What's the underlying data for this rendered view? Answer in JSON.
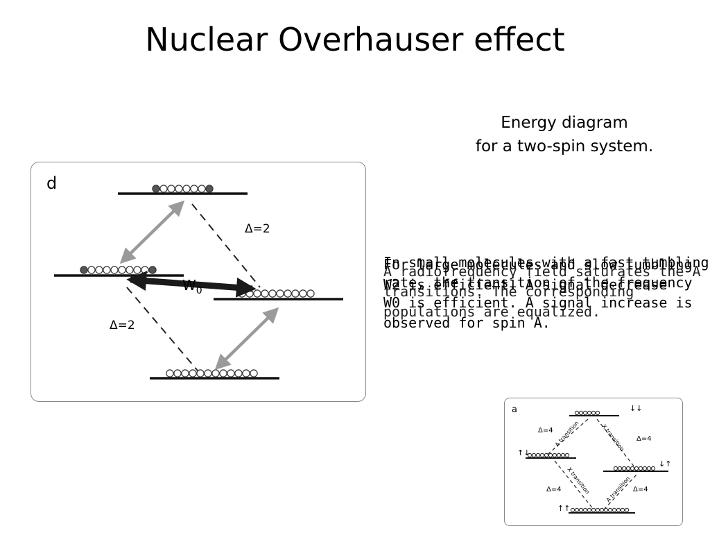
{
  "slide": {
    "title": "Nuclear Overhauser effect",
    "caption_lines": [
      "Energy diagram",
      "for a two-spin system."
    ]
  },
  "overlay_text": {
    "paragraph_1": "In small molecules with a fast tumbling rate, the transition of the frequency W0 is efficient. A signal increase is observed for spin A.",
    "paragraph_2": "A radiofrequency field saturates the A transitions. The corresponding populations are equalized.",
    "paragraph_3": "For large molecules and slow tumbling W2 is efficient. A signal decrease"
  },
  "figure_d": {
    "panel_label": "d",
    "delta_top": "Δ=2",
    "delta_bottom": "Δ=2",
    "w0_label": "W",
    "w0_sub": "0"
  },
  "figure_a": {
    "panel_label": "a",
    "delta_tl": "Δ=4",
    "delta_tr": "Δ=4",
    "delta_bl": "Δ=4",
    "delta_br": "Δ=4",
    "spin_top": "↓↓",
    "spin_left": "↑↓",
    "spin_right": "↓↑",
    "spin_bottom": "↑↑",
    "transition_a_upper": "A transition",
    "transition_x_upper": "X transition",
    "transition_x_lower": "X transition",
    "transition_a_lower": "A transition"
  },
  "colors": {
    "arrow_gray": "#9a9a9a",
    "bead_dark": "#555555",
    "w0_arrow": "#1a1a1a"
  }
}
